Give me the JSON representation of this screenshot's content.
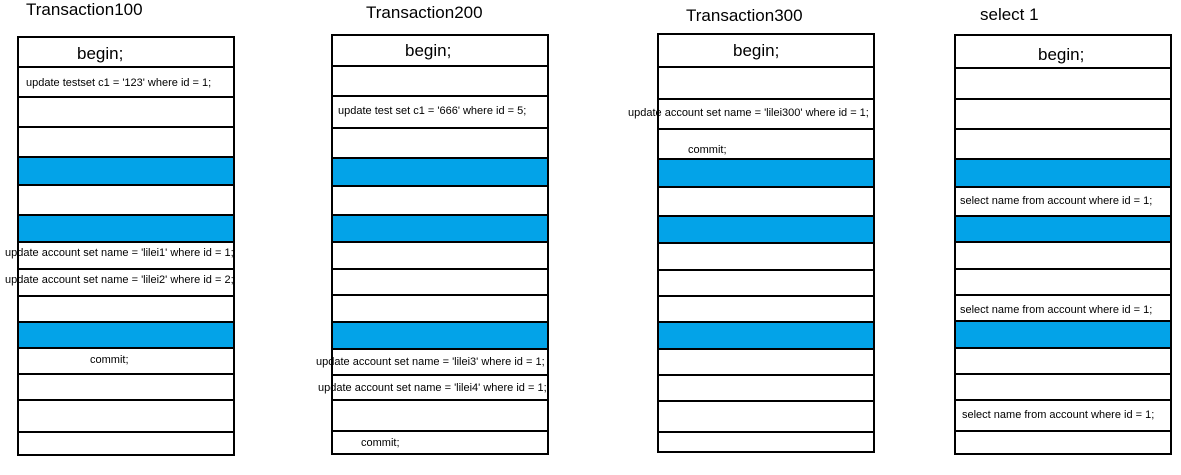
{
  "columns": [
    {
      "title": "Transaction100",
      "begin": "begin;",
      "statements": [
        "update testset c1 = '123' where id = 1;",
        "update account set name = 'lilei1' where id = 1;",
        "update account set name = 'lilei2' where id = 2;",
        "commit;"
      ]
    },
    {
      "title": "Transaction200",
      "begin": "begin;",
      "statements": [
        "update test set c1 = '666' where id = 5;",
        "update account set name = 'lilei3' where id = 1;",
        "update account set name = 'lilei4' where id = 1;",
        "commit;"
      ]
    },
    {
      "title": "Transaction300",
      "begin": "begin;",
      "statements": [
        "update account set name = 'lilei300' where id = 1;",
        "commit;"
      ]
    },
    {
      "title": "select 1",
      "begin": "begin;",
      "statements": [
        "select name from account where id = 1;",
        "select name from account where id = 1;",
        "select name from account where id = 1;"
      ]
    }
  ],
  "colors": {
    "highlight": "#03a3e8",
    "border": "#000000"
  }
}
